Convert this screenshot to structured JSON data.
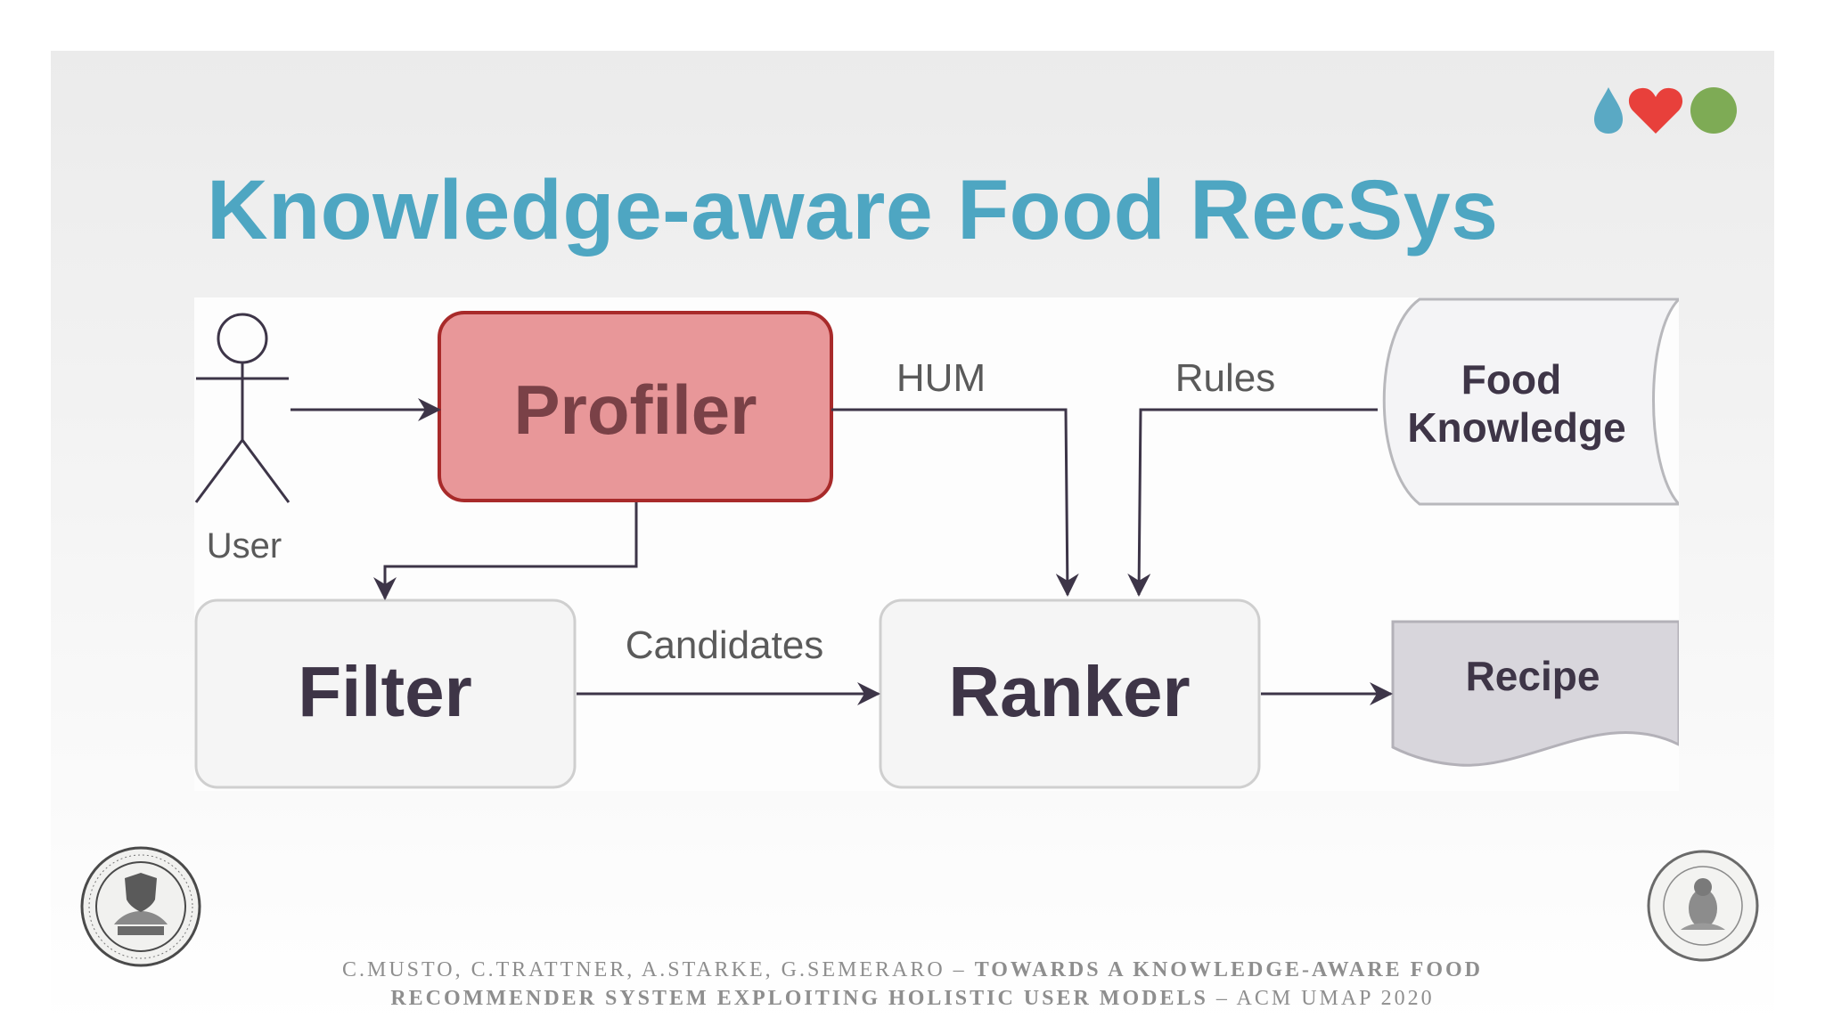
{
  "slide": {
    "title": "Knowledge-aware Food RecSys"
  },
  "brand_icons": [
    {
      "name": "water-drop-icon",
      "color": "#5aa9c4"
    },
    {
      "name": "heart-icon",
      "color": "#e8403b"
    },
    {
      "name": "circle-icon",
      "color": "#7eab55"
    }
  ],
  "diagram": {
    "user_label": "User",
    "profiler_label": "Profiler",
    "filter_label": "Filter",
    "ranker_label": "Ranker",
    "food_knowledge_line1": "Food",
    "food_knowledge_line2": "Knowledge",
    "recipe_label": "Recipe",
    "edges": {
      "hum": "HUM",
      "rules": "Rules",
      "candidates": "Candidates"
    },
    "colors": {
      "profiler_fill": "#e89799",
      "profiler_stroke": "#a82a2a",
      "box_fill": "#f5f5f5",
      "doc_fill": "#d8d6dc",
      "line": "#3d3548",
      "text_dark": "#3e3547",
      "text_grey": "#5a5a5a"
    }
  },
  "footer": {
    "line1_authors": "C.MUSTO, C.TRATTNER, A.STARKE, G.SEMERARO – ",
    "line1_title": "TOWARDS A KNOWLEDGE-AWARE FOOD",
    "line2_title": "RECOMMENDER SYSTEM EXPLOITING HOLISTIC USER MODELS",
    "line2_venue": " – ACM UMAP 2020"
  }
}
